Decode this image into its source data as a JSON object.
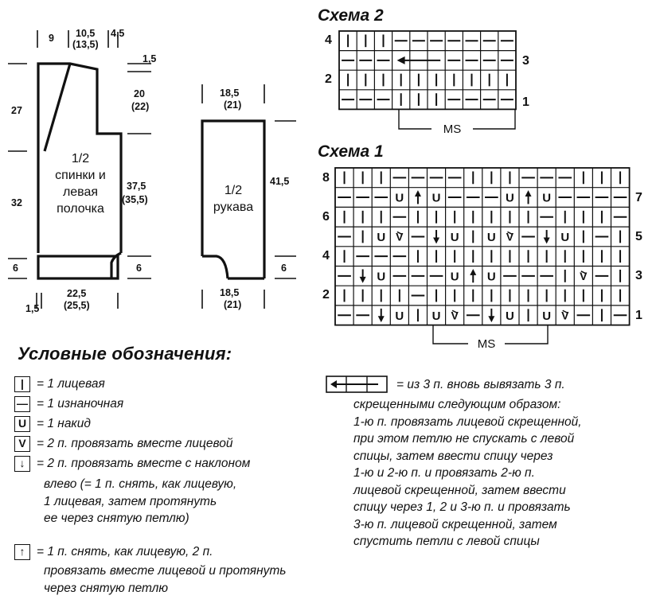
{
  "schema2": {
    "title": "Схема 2",
    "rows": [
      "|||———————",
      "———◄◄◄————",
      "||||||||||",
      "———|||————"
    ],
    "row_numbers_left": [
      "4",
      "2"
    ],
    "row_numbers_right": [
      "3",
      "1"
    ],
    "repeat_label": "MS"
  },
  "schema1": {
    "title": "Схема 1",
    "rows": [
      "|||————|||———|||",
      "———U↑U———U↑U————",
      "|||—|||||||—|||—",
      "—|UV—↓U|UV—↓U|—|",
      "|———||||||||||||",
      "—↓U———U↑U———|V—|",
      "||||—|||||||||||",
      "——↓U|UV—↓U|UV—|—"
    ],
    "row_numbers_left": [
      "8",
      "6",
      "4",
      "2"
    ],
    "row_numbers_right": [
      "7",
      "5",
      "3",
      "1"
    ],
    "repeat_label": "MS"
  },
  "back_pattern": {
    "label_lines": [
      "1/2",
      "спинки и",
      "левая",
      "полочка"
    ],
    "dims_top": [
      "9",
      "10,5",
      "(13,5)",
      "4,5"
    ],
    "dim_shoulder": "1,5",
    "dim_armhole": [
      "20",
      "(22)"
    ],
    "dim_side": [
      "37,5",
      "(35,5)"
    ],
    "dim_hem_right": "6",
    "dim_left_upper": "27",
    "dim_left_middle": "32",
    "dim_left_lower": "6",
    "dim_bottom": [
      "22,5",
      "(25,5)"
    ],
    "dim_bottom_left": "1,5"
  },
  "sleeve_pattern": {
    "label_lines": [
      "1/2",
      "рукава"
    ],
    "dim_top": [
      "18,5",
      "(21)"
    ],
    "dim_side": "41,5",
    "dim_cuff": "6",
    "dim_bottom": [
      "18,5",
      "(21)"
    ]
  },
  "legend": {
    "title": "Условные обозначения:",
    "items": [
      {
        "symbol": "|",
        "text": "= 1 лицевая"
      },
      {
        "symbol": "—",
        "text": "= 1 изнаночная"
      },
      {
        "symbol": "U",
        "text": "= 1 накид"
      },
      {
        "symbol": "V",
        "text": "= 2 п. провязать вместе лицевой"
      },
      {
        "symbol": "↓",
        "text": "= 2 п. провязать вместе с наклоном"
      }
    ],
    "dec_left_continuation": [
      "влево (= 1 п. снять, как лицевую,",
      "1 лицевая, затем протянуть",
      "ее через снятую петлю)"
    ],
    "central_dec": {
      "symbol": "↑",
      "lines": [
        "= 1 п. снять, как лицевую, 2 п.",
        "провязать вместе лицевой и протянуть",
        "через снятую петлю"
      ]
    },
    "cross3": {
      "lines": [
        "= из 3 п. вновь вывязать 3 п.",
        "скрещенными следующим образом:",
        "1-ю п. провязать лицевой скрещенной,",
        "при этом петлю не спускать с левой",
        "спицы, затем ввести спицу через",
        "1-ю и 2-ю п. и провязать 2-ю п.",
        "лицевой скрещенной, затем ввести",
        "спицу через 1, 2 и 3-ю п. и провязать",
        "3-ю п. лицевой скрещенной, затем",
        "спустить петли с левой спицы"
      ]
    }
  }
}
